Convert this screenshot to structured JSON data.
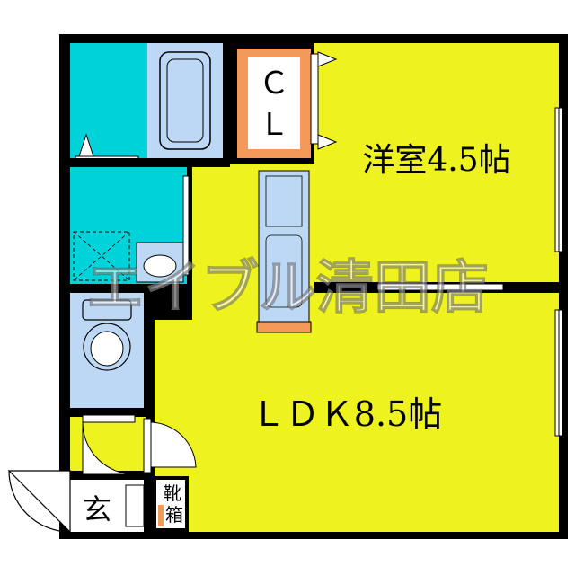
{
  "rooms": {
    "western_room": {
      "label": "洋室4.5帖"
    },
    "ldk": {
      "label": "ＬＤＫ8.5帖"
    },
    "closet": {
      "label_line1": "Ｃ",
      "label_line2": "Ｌ"
    },
    "entrance": {
      "label": "玄"
    },
    "shoe_box": {
      "label_line1": "靴",
      "label_line2": "箱"
    }
  },
  "watermark": {
    "text": "エイブル清田店"
  },
  "colors": {
    "wall": "#000000",
    "living_floor": "#eef21e",
    "wet_area": "#00d2da",
    "fixture": "#bcd8f4",
    "closet_frame": "#f29a5a",
    "door_white": "#ffffff"
  },
  "icons": [
    "bathtub-icon",
    "toilet-icon",
    "washbasin-icon",
    "kitchen-counter-icon",
    "washer-pan-icon",
    "door-swing-icon"
  ]
}
